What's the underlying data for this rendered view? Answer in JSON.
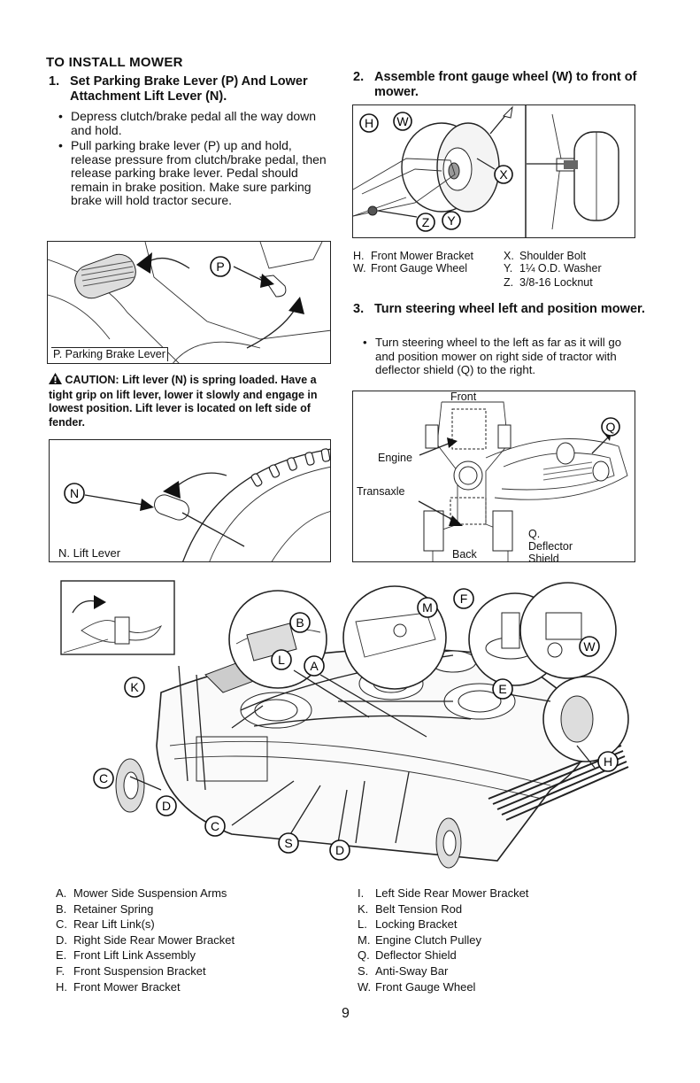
{
  "left": {
    "heading": "TO INSTALL MOWER",
    "step1_num": "1.",
    "step1_title": "Set Parking Brake Lever (P) And Lower Attachment Lift Lever (N).",
    "bullet1": "Depress clutch/brake pedal all the way down and hold.",
    "bullet2": "Pull parking brake lever (P) up and hold, release pressure from clutch/brake pedal, then release parking brake lever. Pedal should remain in brake position. Make sure parking brake will hold tractor secure.",
    "fig1_callout": "P",
    "fig1_label": "P. Parking Brake Lever",
    "caution_word": "CAUTION:",
    "caution_text": "Lift lever (N) is spring loaded. Have a tight grip on lift lever, lower it slowly and engage in lowest position. Lift lever is located on left side of fender.",
    "fig2_callout": "N",
    "fig2_label": "N.  Lift Lever"
  },
  "right": {
    "step2_num": "2.",
    "step2_title": "Assemble front gauge wheel (W) to front of mower.",
    "fig3_callouts": [
      "H",
      "W",
      "X",
      "Z",
      "Y"
    ],
    "fig3_legend": [
      {
        "k": "H.",
        "v": "Front Mower Bracket"
      },
      {
        "k": "W.",
        "v": "Front Gauge Wheel"
      },
      {
        "k": "X.",
        "v": "Shoulder Bolt"
      },
      {
        "k": "Y.",
        "v": "1¼ O.D. Washer"
      },
      {
        "k": "Z.",
        "v": "3/8-16 Locknut"
      }
    ],
    "step3_num": "3.",
    "step3_title": "Turn steering wheel left and position mower.",
    "bullet3": "Turn steering wheel to the left as far as it will go and position mower on right side of tractor with deflector shield (Q) to the right.",
    "fig4_front": "Front",
    "fig4_engine": "Engine",
    "fig4_transaxle": "Transaxle",
    "fig4_back": "Back",
    "fig4_callout": "Q",
    "fig4_q_label": "Q.  Deflector Shield"
  },
  "main_figure": {
    "callouts": [
      "B",
      "M",
      "F",
      "W",
      "L",
      "A",
      "K",
      "E",
      "H",
      "C",
      "D",
      "C",
      "S",
      "D"
    ]
  },
  "legend_left": [
    {
      "k": "A.",
      "v": "Mower Side Suspension Arms"
    },
    {
      "k": "B.",
      "v": "Retainer Spring"
    },
    {
      "k": "C.",
      "v": "Rear Lift Link(s)"
    },
    {
      "k": "D.",
      "v": "Right Side Rear Mower Bracket"
    },
    {
      "k": "E.",
      "v": "Front Lift Link Assembly"
    },
    {
      "k": "F.",
      "v": "Front Suspension Bracket"
    },
    {
      "k": "H.",
      "v": "Front Mower Bracket"
    }
  ],
  "legend_right": [
    {
      "k": "I.",
      "v": "Left Side Rear Mower Bracket"
    },
    {
      "k": "K.",
      "v": "Belt Tension Rod"
    },
    {
      "k": "L.",
      "v": "Locking Bracket"
    },
    {
      "k": "M.",
      "v": "Engine Clutch Pulley"
    },
    {
      "k": "Q.",
      "v": "Deflector Shield"
    },
    {
      "k": "S.",
      "v": "Anti-Sway Bar"
    },
    {
      "k": "W.",
      "v": "Front Gauge Wheel"
    }
  ],
  "page_number": "9"
}
